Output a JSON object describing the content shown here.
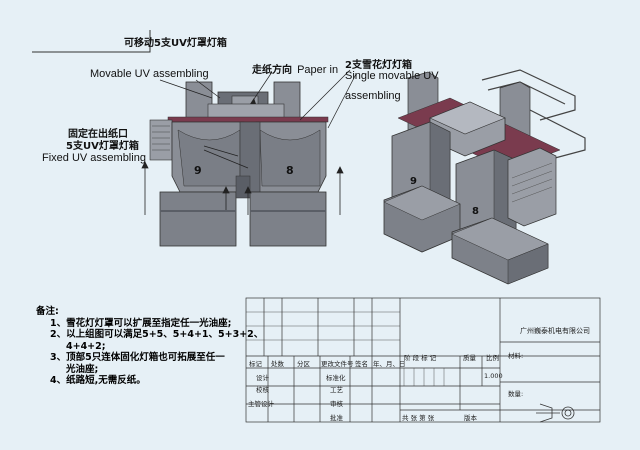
{
  "labels": {
    "movable_uv_cn": "可移动5支UV灯罩灯箱",
    "movable_uv_en": "Movable UV assembling",
    "paper_dir_cn": "走纸方向",
    "paper_dir_en": "Paper in",
    "snowflake_cn": "2支雪花灯灯箱",
    "snowflake_en_1": "Single movable UV",
    "snowflake_en_2": "assembling",
    "fixed_cn_1": "固定在出纸口",
    "fixed_cn_2": "5支UV灯罩灯箱",
    "fixed_en": "Fixed UV assembling",
    "unit_9": "9",
    "unit_8": "8"
  },
  "notes": {
    "title": "备注:",
    "lines": [
      "1、雪花灯灯罩可以扩展至指定任一光油座;",
      "2、以上组图可以满足5+5、5+4+1、5+3+2、",
      "4+4+2;",
      "3、顶部5只连体固化灯箱也可拓展至任一",
      "光油座;",
      "4、纸路短,无需反纸。"
    ]
  },
  "title_block": {
    "company": "广州巍泰机电有限公司",
    "row_headers": [
      "标记",
      "处数",
      "分区",
      "更改文件号",
      "签名",
      "年、月、日"
    ],
    "design": "设计",
    "standardize": "标准化",
    "stage_label": "阶 段 标 记",
    "weight": "质量",
    "scale": "比例",
    "scale_value": "1.000",
    "material": "材料:",
    "check": "校核",
    "process": "工艺",
    "chief": "主管设计",
    "review": "审核",
    "approve": "批准",
    "quantity": "数量:",
    "sheets": "共  张  第  张",
    "version": "版本"
  },
  "colors": {
    "background": "#e6f0f6",
    "machine_gray": "#8a8e96",
    "machine_dark": "#5a5e66",
    "belt": "#7a3b4e",
    "line": "#222222"
  }
}
